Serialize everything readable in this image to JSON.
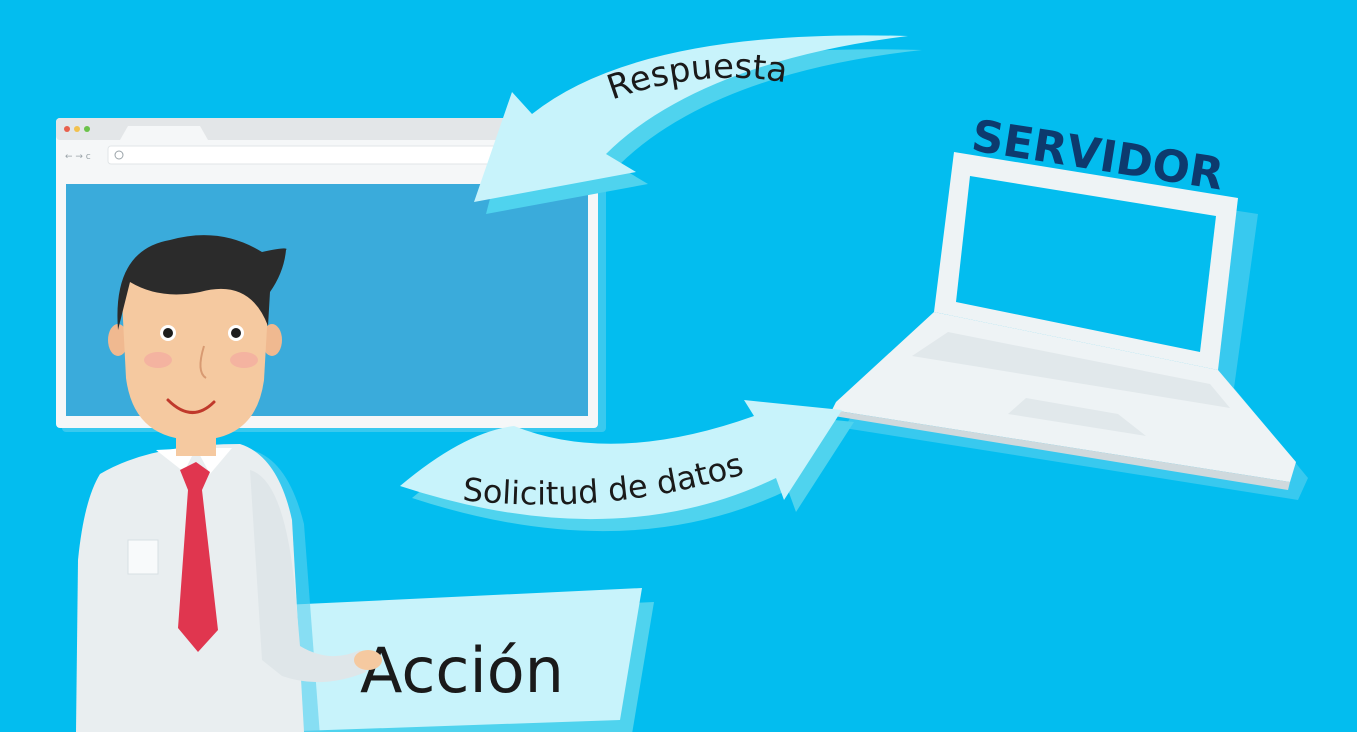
{
  "labels": {
    "response": "Respuesta",
    "request": "Solicitud de datos",
    "action": "Acción",
    "server": "SERVIDOR"
  },
  "colors": {
    "background": "#03bdef",
    "arrow_fill": "#c8f3fb",
    "arrow_shadow": "#4fd3ee",
    "browser_frame": "#f5f7f8",
    "browser_screen": "#3aabdb",
    "laptop_body": "#eef3f5",
    "laptop_screen": "#03bdef",
    "server_label": "#0d3a6e",
    "tie": "#e0364f",
    "shirt": "#e9eef0",
    "skin": "#f5c9a0",
    "hair": "#2b2b2b"
  },
  "icons": [
    "browser-window",
    "laptop-server",
    "person-figure",
    "curved-arrow"
  ]
}
